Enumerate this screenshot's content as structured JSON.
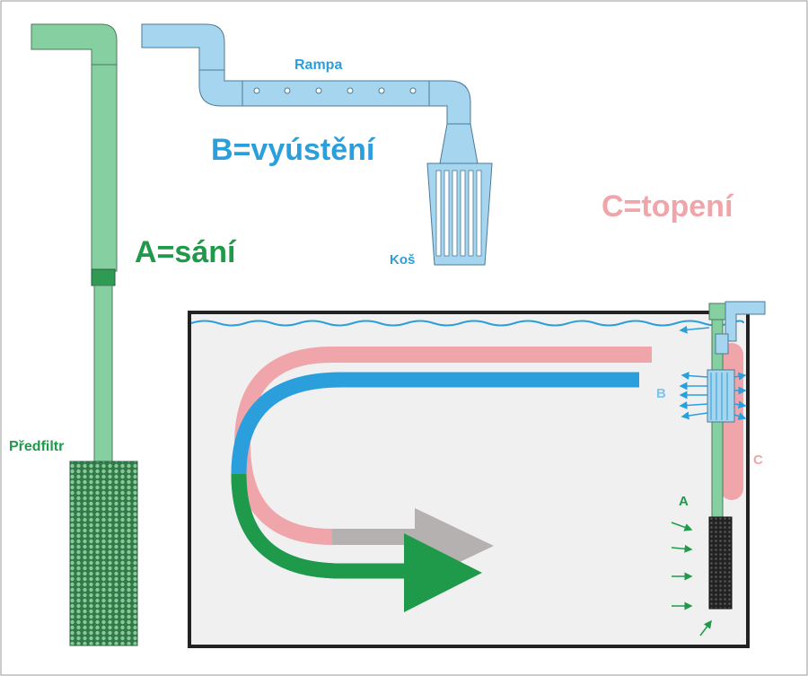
{
  "labels": {
    "rampa": "Rampa",
    "b_title": "B=vyústění",
    "c_title": "C=topení",
    "a_title": "A=sání",
    "kos": "Koš",
    "predfiltr": "Předfiltr",
    "b": "B",
    "c": "C",
    "a": "A"
  },
  "colors": {
    "green": "#1f9a4a",
    "green_pipe": "#86cfa0",
    "blue": "#2a9fdc",
    "blue_pipe": "#a6d5ef",
    "pink": "#f0a5ab",
    "grey": "#b5b1b1",
    "tank_fill": "#f0f0f0",
    "tank_border": "#222222",
    "filter": "#2f7a45",
    "black_filter": "#222222"
  }
}
